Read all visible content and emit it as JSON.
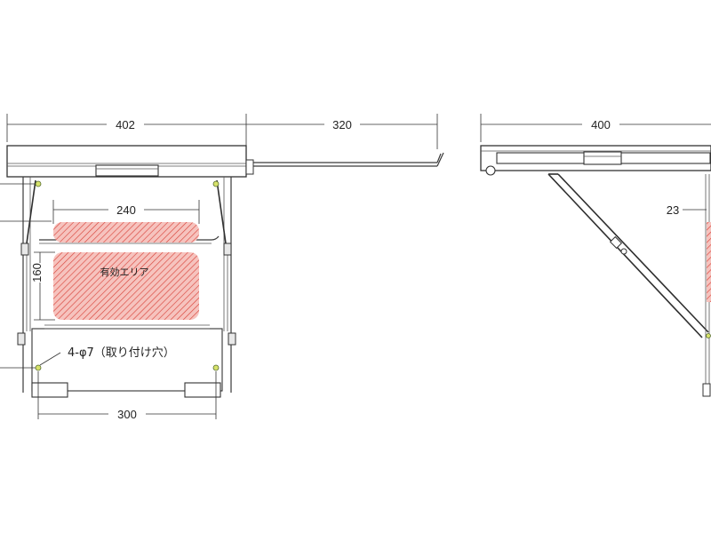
{
  "dimensions": {
    "front_width": "402",
    "slide_extension": "320",
    "side_width": "400",
    "area_width": "240",
    "area_height": "160",
    "hole_pitch": "300",
    "side_offset": "23"
  },
  "labels": {
    "effective_area": "有効エリア",
    "mounting_holes": "4-φ7（取り付け穴）"
  },
  "colors": {
    "hatch_fill": "#f4b7b2",
    "hatch_line": "#d9453c",
    "hole_fill": "#d7e26b"
  }
}
